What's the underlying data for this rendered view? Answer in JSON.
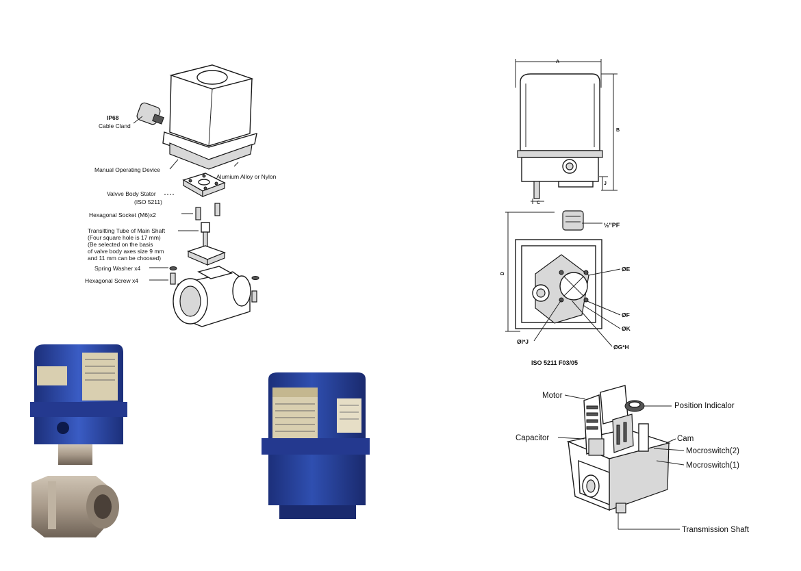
{
  "exploded_view": {
    "labels": {
      "cable_gland_1": "IP68",
      "cable_gland_2": "Cable Cland",
      "manual_operating_device": "Manual Operating Device",
      "housing_material": "Alumium Alloy or Nylon",
      "valve_body_stator": "Valvve Body Stator",
      "iso_ref": "(ISO 5211)",
      "hex_socket": "Hexagonal Socket (M6)x2",
      "tube_1": "Transitting Tube of Main Shaft",
      "tube_2": "(Four square hole is 17 mm)",
      "tube_3": "(Be selected on the basis",
      "tube_4": "of valve body axes size 9 mm",
      "tube_5": "and 11 mm can be choosed)",
      "spring_washer": "Spring Washer x4",
      "hex_screw": "Hexagonal Screw x4"
    }
  },
  "dimension_drawing": {
    "labels": {
      "dim_a": "A",
      "dim_b": "B",
      "dim_c": "C",
      "dim_d": "D",
      "dim_j": "J",
      "pf": "½\"PF",
      "e": "ØE",
      "f": "ØF",
      "k": "ØK",
      "gh": "ØG*H",
      "ij": "ØI*J",
      "caption": "ISO 5211 F03/05"
    }
  },
  "internal_view": {
    "labels": {
      "motor": "Motor",
      "position_indicator": "Position Indicalor",
      "capacitor": "Capacitor",
      "cam": "Cam",
      "microswitch_2": "Mocroswitch(2)",
      "microswitch_1": "Mocroswitch(1)",
      "transmission_shaft": "Transmission Shaft"
    }
  },
  "colors": {
    "actuator_blue": "#2f4fb0",
    "actuator_dark": "#1c2f7a",
    "valve_steel": "#a89a8a",
    "label_plate": "#d9cfb0"
  }
}
